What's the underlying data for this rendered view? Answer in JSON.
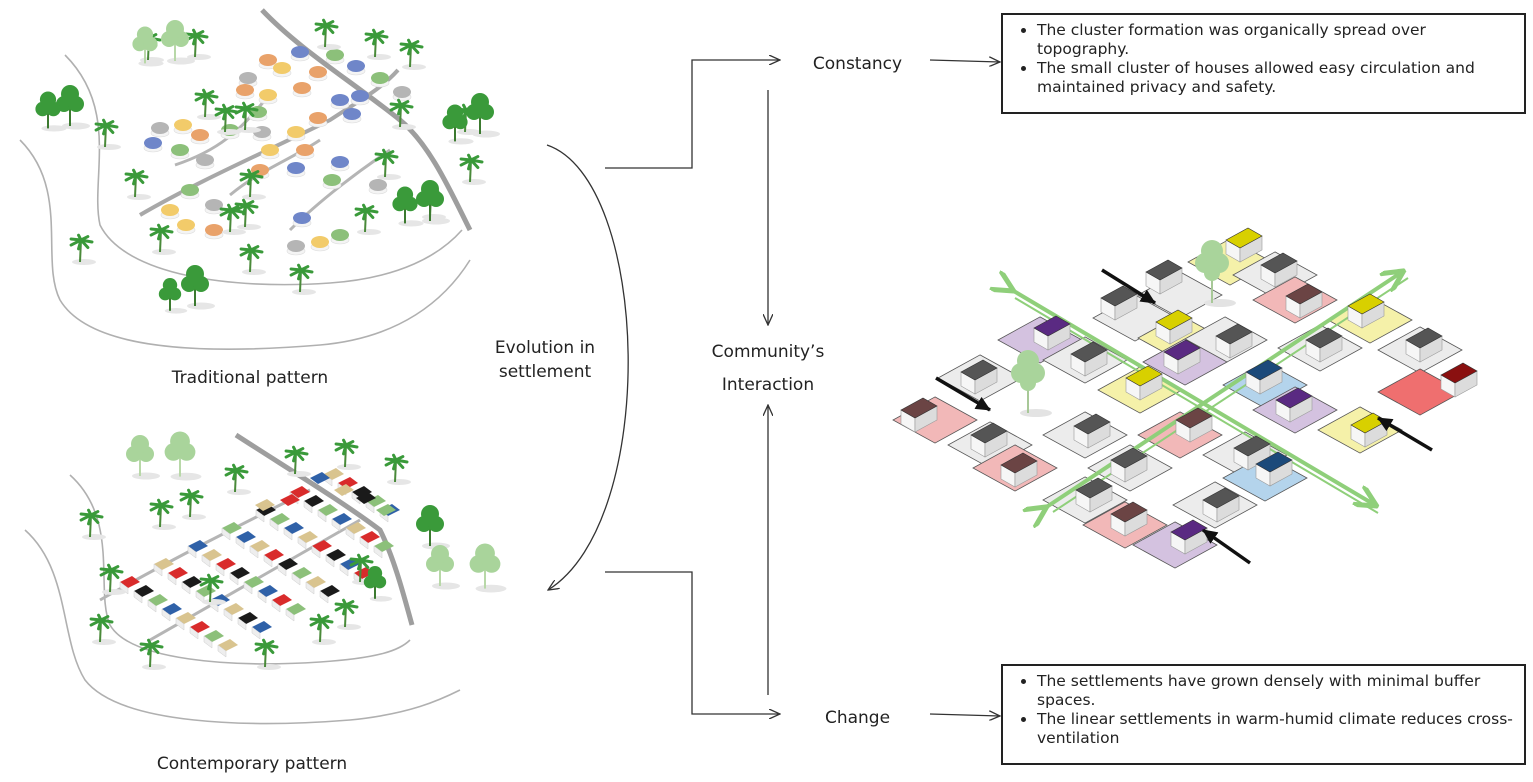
{
  "captions": {
    "traditional": "Traditional pattern",
    "contemporary": "Contemporary pattern"
  },
  "center": {
    "evolution_line1": "Evolution in",
    "evolution_line2": "settlement",
    "constancy": "Constancy",
    "change": "Change",
    "community_line1": "Community’s",
    "community_line2": "Interaction"
  },
  "constancy_box": {
    "bullets": [
      "The cluster formation was organically spread over topography.",
      "The small cluster of houses allowed easy circulation and maintained privacy and safety."
    ]
  },
  "change_box": {
    "bullets": [
      "The settlements have grown densely with minimal buffer spaces.",
      "The linear settlements in warm-humid climate reduces cross-ventilation"
    ]
  },
  "colors": {
    "tree_green": "#3a9a3a",
    "tree_light": "#a9d49b",
    "road_gray": "#a8a8a8",
    "arrow_green": "#8fcf7a",
    "hut_orange": "#e9a26a",
    "hut_blue": "#6f86c9",
    "hut_green": "#8cc07a",
    "hut_gray": "#b5b5b5",
    "hut_yellow": "#f2cb6a",
    "house_red": "#d92b2b",
    "house_blue": "#2f61a8",
    "house_black": "#1a1a1a",
    "house_tan": "#d9c48f",
    "plot_pink": "#f2b8b8",
    "plot_yellow": "#f5f1a9",
    "plot_purple": "#d4c2e0",
    "plot_blue": "#b4d4ec",
    "plot_gray": "#ececec",
    "plot_red": "#ef6f6f"
  }
}
